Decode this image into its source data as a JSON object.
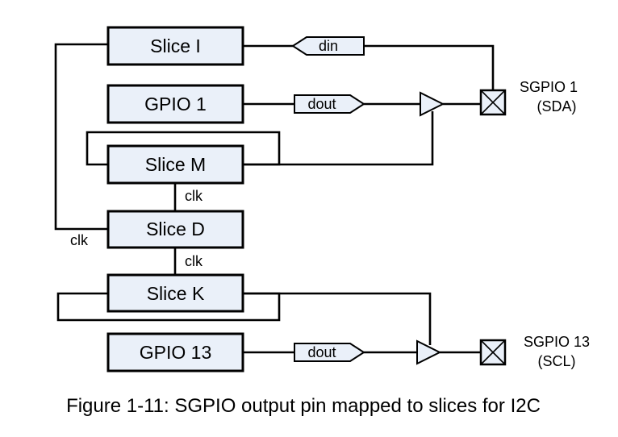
{
  "blocks": {
    "slice_i": "Slice I",
    "gpio_1": "GPIO 1",
    "slice_m": "Slice M",
    "slice_d": "Slice D",
    "slice_k": "Slice K",
    "gpio_13": "GPIO 13"
  },
  "signals": {
    "din": "din",
    "dout_1": "dout",
    "dout_13": "dout",
    "clk_m_d": "clk",
    "clk_d_k": "clk",
    "clk_left": "clk"
  },
  "pins": {
    "sgpio_1": {
      "name": "SGPIO 1",
      "function": "(SDA)"
    },
    "sgpio_13": {
      "name": "SGPIO 13",
      "function": "(SCL)"
    }
  },
  "caption": "Figure 1-11: SGPIO output pin mapped to slices for I2C"
}
